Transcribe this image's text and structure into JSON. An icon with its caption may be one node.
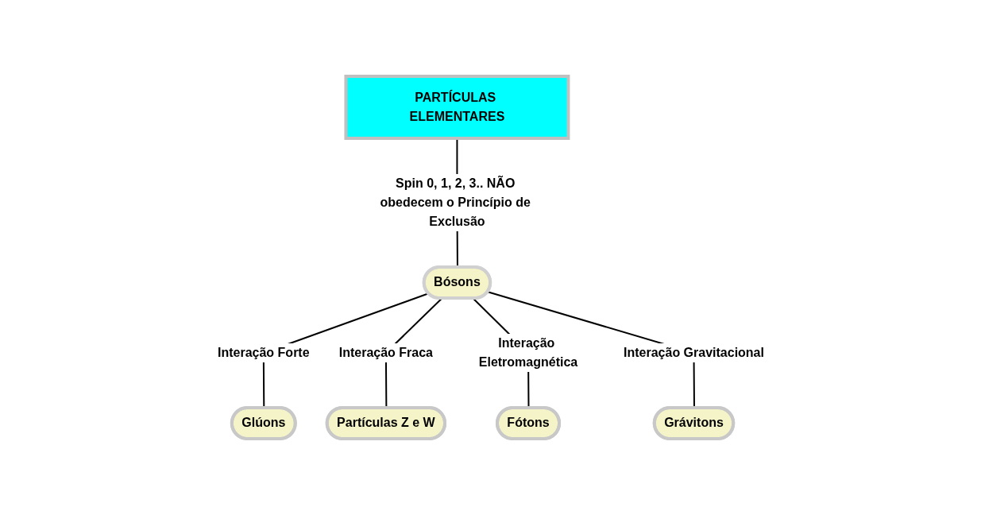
{
  "diagram": {
    "nodes": [
      {
        "text": [
          "PARTÍCULAS ELEMENTARES"
        ]
      },
      {
        "text": [
          "Bósons"
        ]
      },
      {
        "text": [
          "Glúons"
        ]
      },
      {
        "text": [
          "Partículas Z e W"
        ]
      },
      {
        "text": [
          "Fótons"
        ]
      },
      {
        "text": [
          "Grávitons"
        ]
      }
    ],
    "edges": [
      {
        "from": 0,
        "to": 1,
        "arrow": "none",
        "label": "Spin 0, 1, 2, 3.. NÃO obedecem o Princípio de Exclusão"
      },
      {
        "from": 1,
        "to": 2,
        "arrow": "none",
        "label": "Interação Forte"
      },
      {
        "from": 1,
        "to": 3,
        "arrow": "none",
        "label": "Interação Fraca"
      },
      {
        "from": 1,
        "to": 4,
        "arrow": "none",
        "label": "Interação Eletromagnética"
      },
      {
        "from": 1,
        "to": 5,
        "arrow": "none",
        "label": "Interação Gravitacional"
      }
    ]
  }
}
